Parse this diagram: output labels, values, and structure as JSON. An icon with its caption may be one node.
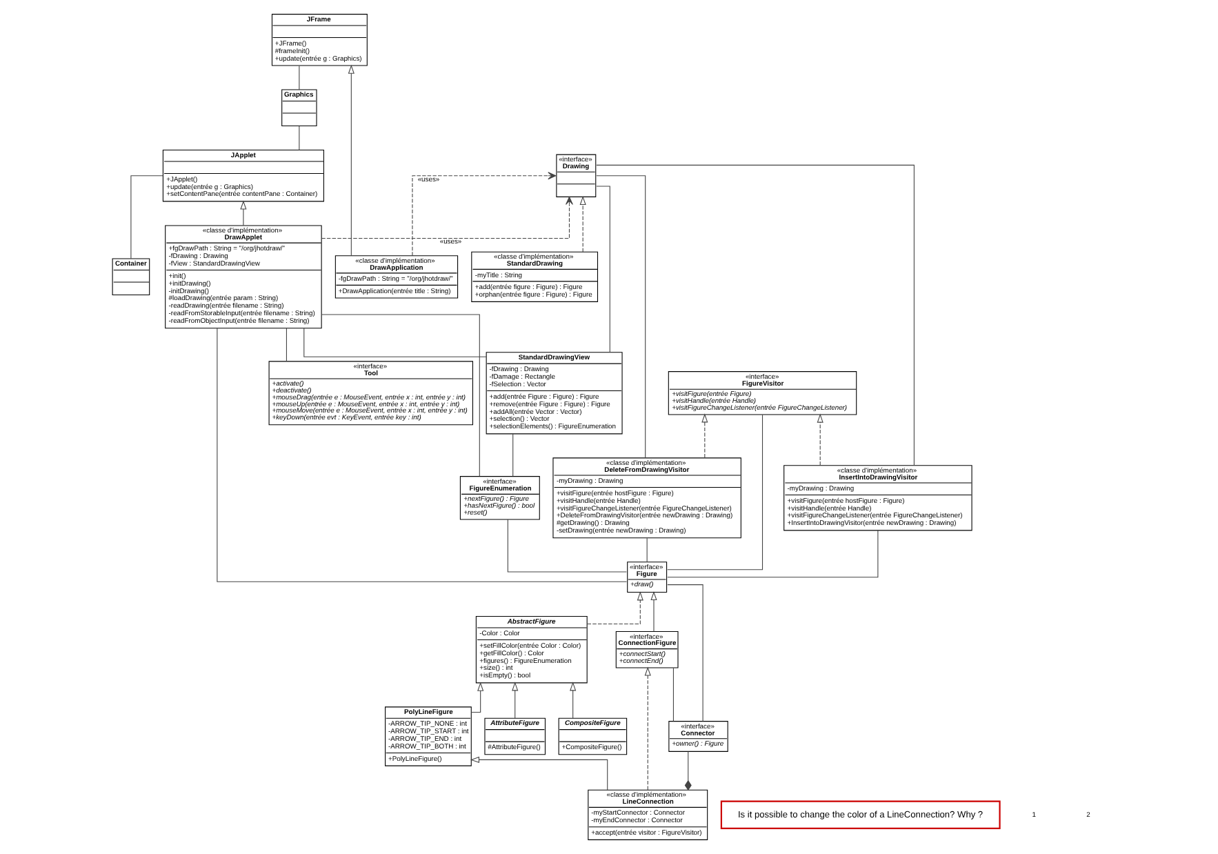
{
  "diagram": {
    "nodes": [
      {
        "text": [
          "Container"
        ]
      },
      {
        "text": [
          "JApplet",
          "+JApplet()",
          "+update(entrée g : Graphics)",
          "+setContentPane(entrée contentPane : Container)"
        ]
      },
      {
        "text": [
          "Graphics"
        ]
      },
      {
        "text": [
          "JFrame",
          "+JFrame()",
          "#frameInit()",
          "+update(entrée g : Graphics)"
        ]
      },
      {
        "text": [
          "«interface»",
          "Tool",
          "+activate()",
          "+deactivate()",
          "+mouseDrag(entrée e : MouseEvent, entrée x : int, entrée y : int)",
          "+mouseUp(entrée e : MouseEvent, entrée x : int, entrée y : int)",
          "+mouseMove(entrée e : MouseEvent, entrée x : int, entrée y : int)",
          "+keyDown(entrée evt : KeyEvent, entrée key : int)"
        ]
      },
      {
        "text": [
          "«classe d'implémentation»",
          "DrawApplet",
          "+fgDrawPath : String = \"/org/jhotdraw/\"",
          "-fDrawing : Drawing",
          "-fView : StandardDrawingView",
          "+init()",
          "+initDrawing()",
          "-initDrawing()",
          "#loadDrawing(entrée param : String)",
          "-readDrawing(entrée filename : String)",
          "-readFromStorableInput(entrée filename : String)",
          "-readFromObjectInput(entrée filename : String)"
        ]
      },
      {
        "text": [
          "«classe d'implémentation»",
          "DrawApplication",
          "-fgDrawPath : String = \"/org/jhotdraw/\"",
          "+DrawApplication(entrée title : String)"
        ]
      },
      {
        "text": [
          "«interface»",
          "Drawing"
        ]
      },
      {
        "text": [
          "«classe d'implémentation»",
          "StandardDrawing",
          "-myTitle : String",
          "+add(entrée figure : Figure) : Figure",
          "+orphan(entrée figure : Figure) : Figure"
        ]
      },
      {
        "text": [
          "StandardDrawingView",
          "-fDrawing : Drawing",
          "-fDamage : Rectangle",
          "-fSelection : Vector",
          "+add(entrée Figure : Figure) : Figure",
          "+remove(entrée Figure : Figure) : Figure",
          "+addAll(entrée Vector : Vector)",
          "+selection() : Vector",
          "+selectionElements() : FigureEnumeration"
        ]
      },
      {
        "text": [
          "«interface»",
          "FigureVisitor",
          "+visitFigure(entrée Figure)",
          "+visitHandle(entrée Handle)",
          "+visitFigureChangeListener(entrée FigureChangeListener)"
        ]
      },
      {
        "text": [
          "«interface»",
          "FigureEnumeration",
          "+nextFigure() : Figure",
          "+hasNextFigure() : bool",
          "+reset()"
        ]
      },
      {
        "text": [
          "«classe d'implémentation»",
          "DeleteFromDrawingVisitor",
          "-myDrawing : Drawing",
          "+visitFigure(entrée hostFigure : Figure)",
          "+visitHandle(entrée Handle)",
          "+visitFigureChangeListener(entrée FigureChangeListener)",
          "+DeleteFromDrawingVisitor(entrée newDrawing : Drawing)",
          "#getDrawing() : Drawing",
          "-setDrawing(entrée newDrawing : Drawing)"
        ]
      },
      {
        "text": [
          "«classe d'implémentation»",
          "InsertIntoDrawingVisitor",
          "-myDrawing : Drawing",
          "+visitFigure(entrée hostFigure : Figure)",
          "+visitHandle(entrée Handle)",
          "+visitFigureChangeListener(entrée FigureChangeListener)",
          "+InsertIntoDrawingVisitor(entrée newDrawing : Drawing)"
        ]
      },
      {
        "text": [
          "AbstractFigure",
          "-Color : Color",
          "+setFillColor(entrée Color : Color)",
          "+getFillColor() : Color",
          "+figures() : FigureEnumeration",
          "+size() : int",
          "+isEmpty() : bool"
        ]
      },
      {
        "text": [
          "AttributeFigure",
          "#AttributeFigure()"
        ]
      },
      {
        "text": [
          "CompositeFigure",
          "+CompositeFigure()"
        ]
      },
      {
        "text": [
          "PolyLineFigure",
          "-ARROW_TIP_NONE : int",
          "-ARROW_TIP_START : int",
          "-ARROW_TIP_END : int",
          "-ARROW_TIP_BOTH : int",
          "+PolyLineFigure()"
        ]
      },
      {
        "text": [
          "«interface»",
          "Figure",
          "+draw()"
        ]
      },
      {
        "text": [
          "«classe d'implémentation»",
          "LineConnection",
          "-myStartConnector : Connector",
          "-myEndConnector : Connector",
          "+accept(entrée visitor : FigureVisitor)"
        ]
      },
      {
        "text": [
          "«interface»",
          "Connector",
          "+owner() : Figure"
        ]
      },
      {
        "text": [
          "«interface»",
          "ConnectionFigure",
          "+connectStart()",
          "+connectEnd()"
        ]
      },
      {
        "text": [
          "Is it possible to change the color of a LineConnection? Why ?"
        ]
      }
    ],
    "edges": [
      {
        "from": 0,
        "to": 1,
        "arrow": "none"
      },
      {
        "from": 1,
        "to": 2,
        "arrow": "none"
      },
      {
        "from": 2,
        "to": 3,
        "arrow": "none"
      },
      {
        "from": 5,
        "to": 1,
        "arrow": "to"
      },
      {
        "from": 6,
        "to": 3,
        "arrow": "to"
      },
      {
        "from": 4,
        "to": 5,
        "arrow": "none"
      },
      {
        "from": 5,
        "to": 7,
        "arrow": "to",
        "style": "dashed",
        "label": "«uses»"
      },
      {
        "from": 6,
        "to": 7,
        "arrow": "to",
        "style": "dashed",
        "label": "«uses»"
      },
      {
        "from": 8,
        "to": 7,
        "arrow": "to",
        "style": "dashed"
      },
      {
        "from": 9,
        "to": 5,
        "arrow": "none"
      },
      {
        "from": 9,
        "to": 7,
        "arrow": "none"
      },
      {
        "from": 11,
        "to": 5,
        "arrow": "none"
      },
      {
        "from": 11,
        "to": 9,
        "arrow": "none"
      },
      {
        "from": 12,
        "to": 7,
        "arrow": "none"
      },
      {
        "from": 13,
        "to": 7,
        "arrow": "none"
      },
      {
        "from": 12,
        "to": 10,
        "arrow": "to",
        "style": "dashed"
      },
      {
        "from": 13,
        "to": 10,
        "arrow": "to",
        "style": "dashed"
      },
      {
        "from": 18,
        "to": 11,
        "arrow": "none"
      },
      {
        "from": 18,
        "to": 5,
        "arrow": "none"
      },
      {
        "from": 18,
        "to": 12,
        "arrow": "none"
      },
      {
        "from": 18,
        "to": 10,
        "arrow": "none"
      },
      {
        "from": 18,
        "to": 13,
        "arrow": "none"
      },
      {
        "from": 14,
        "to": 18,
        "arrow": "to",
        "style": "dashed"
      },
      {
        "from": 15,
        "to": 14,
        "arrow": "to"
      },
      {
        "from": 16,
        "to": 14,
        "arrow": "to"
      },
      {
        "from": 17,
        "to": 14,
        "arrow": "to"
      },
      {
        "from": 19,
        "to": 17,
        "arrow": "to"
      },
      {
        "from": 21,
        "to": 18,
        "arrow": "to"
      },
      {
        "from": 20,
        "to": 18,
        "arrow": "none"
      },
      {
        "from": 20,
        "to": 21,
        "arrow": "none"
      },
      {
        "from": 19,
        "to": 20,
        "arrow": "other"
      },
      {
        "from": 19,
        "to": 21,
        "arrow": "to",
        "style": "dashed"
      }
    ],
    "labels": [
      "1",
      "2"
    ]
  }
}
